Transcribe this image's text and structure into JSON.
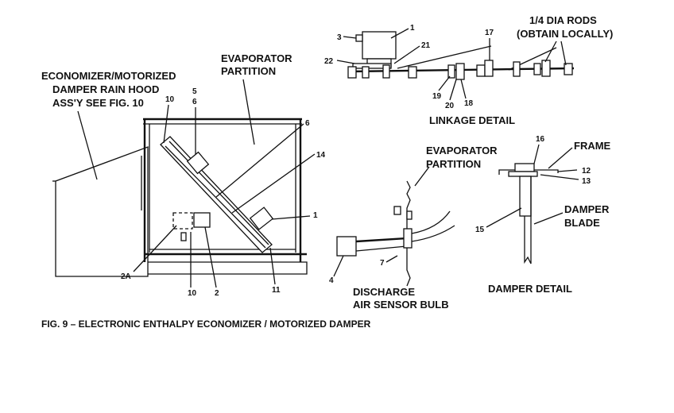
{
  "caption": "FIG. 9 – ELECTRONIC ENTHALPY ECONOMIZER / MOTORIZED DAMPER",
  "main_view": {
    "hood_label": [
      "ECONOMIZER/MOTORIZED",
      "DAMPER RAIN HOOD",
      "ASS'Y SEE FIG. 10"
    ],
    "partition_label": [
      "EVAPORATOR",
      "PARTITION"
    ],
    "callouts": {
      "c10_top": "10",
      "c5": "5",
      "c6a": "6",
      "c6b": "6",
      "c14": "14",
      "c1": "1",
      "c2a": "2A",
      "c10_bot": "10",
      "c2": "2",
      "c11": "11"
    }
  },
  "linkage_detail": {
    "title": "LINKAGE DETAIL",
    "rods_label": [
      "1/4 DIA RODS",
      "(OBTAIN LOCALLY)"
    ],
    "callouts": {
      "c3": "3",
      "c1": "1",
      "c21": "21",
      "c22": "22",
      "c17": "17",
      "c19": "19",
      "c20": "20",
      "c18": "18"
    }
  },
  "sensor_detail": {
    "partition_label": [
      "EVAPORATOR",
      "PARTITION"
    ],
    "title": [
      "DISCHARGE",
      "AIR SENSOR BULB"
    ],
    "callouts": {
      "c4": "4",
      "c7": "7"
    }
  },
  "damper_detail": {
    "title": "DAMPER DETAIL",
    "frame_label": "FRAME",
    "blade_label": [
      "DAMPER",
      "BLADE"
    ],
    "callouts": {
      "c16": "16",
      "c12": "12",
      "c13": "13",
      "c15": "15"
    }
  }
}
